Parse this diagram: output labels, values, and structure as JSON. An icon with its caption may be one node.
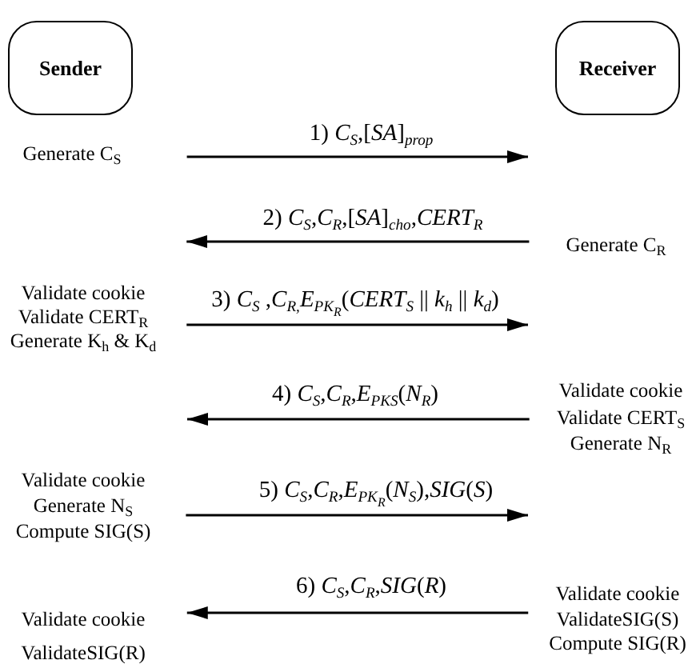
{
  "diagram": {
    "nodes": [
      {
        "text": [
          "Sender"
        ]
      },
      {
        "text": [
          "Receiver"
        ]
      },
      {
        "text": [
          "Generate C$_{S}$"
        ]
      },
      {
        "text": [
          "Generate C$_{R}$"
        ]
      },
      {
        "text": [
          "Validate cookie",
          "Validate CERT$_{R}$",
          "Generate K$_{h}$ & K$_{d}$"
        ]
      },
      {
        "text": [
          "Validate cookie",
          "Validate CERT$_{S}$",
          "Generate N$_{R}$"
        ]
      },
      {
        "text": [
          "Validate cookie",
          "Generate N$_{S}$",
          "Compute SIG(S)"
        ]
      },
      {
        "text": [
          "Validate cookie",
          "ValidateSIG(S)",
          "Compute SIG(R)"
        ]
      },
      {
        "text": [
          "Validate cookie",
          "ValidateSIG(R)"
        ]
      }
    ],
    "edges": [
      {
        "from": 2,
        "to": null,
        "arrow": "to",
        "label": "1) *C*$_{S}$,[*SA*]$_{prop}$"
      },
      {
        "from": 3,
        "to": 4,
        "arrow": "to",
        "label": "2) *C*$_{S}$,*C*$_{R}$,[*SA*]$_{cho}$,*CERT*$_{R}$"
      },
      {
        "from": 4,
        "to": null,
        "arrow": "to",
        "label": "3) *C*$_{S}$ ,*C*$_{R,}$*E*$_{PK}$$_{R}$(*CERT*$_{S}$ || *k*$_{h}$ || *k*$_{d}$)"
      },
      {
        "from": 5,
        "to": null,
        "arrow": "to",
        "label": "4) *C*$_{S}$,*C*$_{R}$,*E*$_{PKS}$(*N*$_{R}$)"
      },
      {
        "from": 6,
        "to": null,
        "arrow": "to",
        "label": "5) *C*$_{S}$,*C*$_{R}$,*E*$_{PK}$$_{R}$(*N*$_{S}$),*SIG*(*S*)"
      },
      {
        "from": 7,
        "to": 8,
        "arrow": "to",
        "label": "6) *C*$_{S}$,*C*$_{R}$,*SIG*(*R*)"
      }
    ]
  }
}
